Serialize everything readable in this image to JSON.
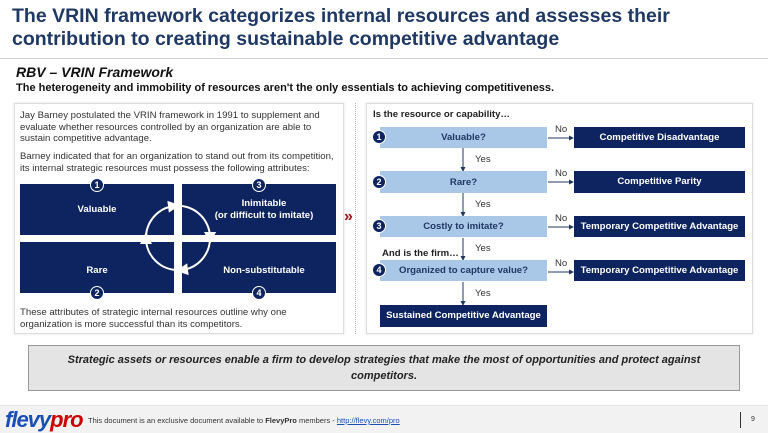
{
  "title": "The VRIN framework categorizes internal resources and assesses their contribution to creating sustainable competitive advantage",
  "section": "RBV – VRIN Framework",
  "subtitle": "The heterogeneity and immobility of resources aren't the only essentials to achieving competitiveness.",
  "left": {
    "para1": "Jay Barney postulated the VRIN framework in 1991 to supplement and evaluate whether resources controlled by an organization are able to sustain competitive advantage.",
    "para2": "Barney indicated that for an organization to stand out from its competition, its internal strategic resources must possess the following attributes:",
    "attributes": [
      {
        "num": "1",
        "label": "Valuable"
      },
      {
        "num": "2",
        "label": "Rare"
      },
      {
        "num": "3",
        "label": "Inimitable\n(or difficult to imitate)"
      },
      {
        "num": "4",
        "label": "Non-substitutable"
      }
    ],
    "para3": "These attributes of strategic internal resources outline why one organization is more successful than its competitors."
  },
  "right": {
    "heading": "Is the resource or capability…",
    "firm_label": "And is the firm…",
    "yes": "Yes",
    "no": "No",
    "questions": [
      {
        "num": "1",
        "q": "Valuable?",
        "result": "Competitive Disadvantage"
      },
      {
        "num": "2",
        "q": "Rare?",
        "result": "Competitive Parity"
      },
      {
        "num": "3",
        "q": "Costly to imitate?",
        "result": "Temporary Competitive Advantage"
      },
      {
        "num": "4",
        "q": "Organized to capture value?",
        "result": "Temporary Competitive Advantage"
      }
    ],
    "final": "Sustained Competitive Advantage"
  },
  "callout": "Strategic assets or resources enable a firm to develop strategies that make the most of opportunities and protect against competitors.",
  "footer": {
    "logo": "flevypro",
    "text_pre": "This document is an exclusive document available to ",
    "brand": "FlevyPro",
    "text_post": " members - ",
    "link": "http://flevy.com/pro",
    "page": "9"
  },
  "colors": {
    "navy": "#0e2461",
    "light_blue": "#a9c7e6",
    "title": "#1f3864",
    "chevron": "#a01414"
  }
}
